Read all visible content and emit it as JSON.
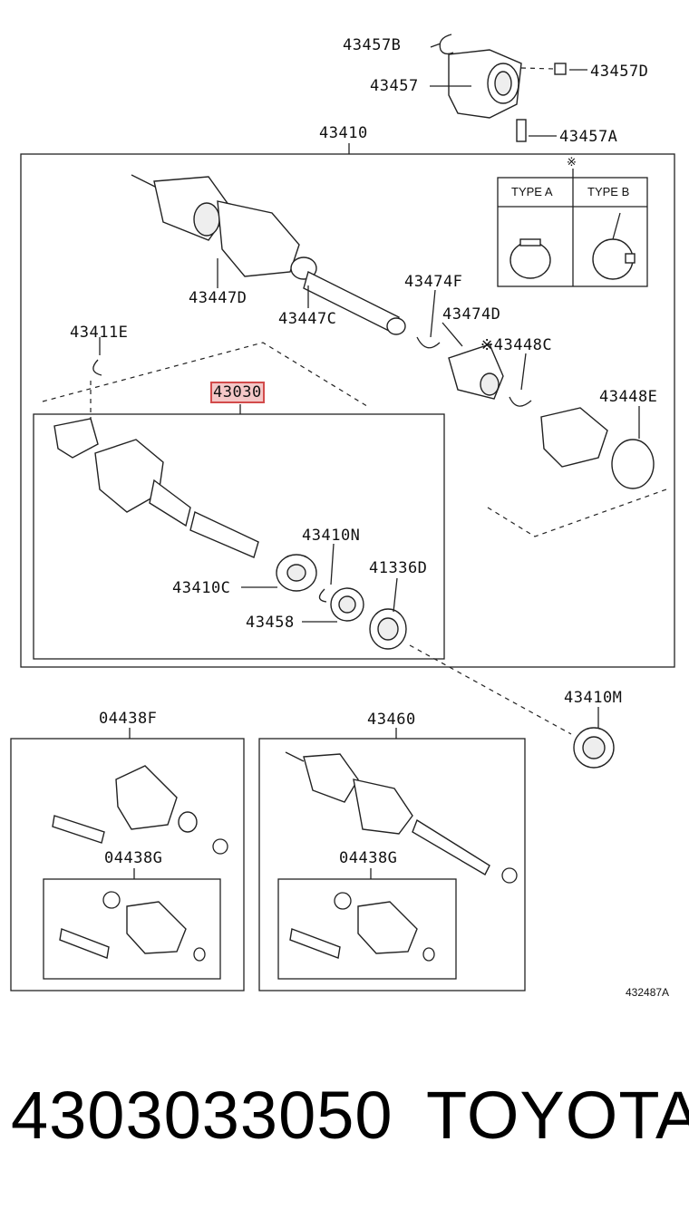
{
  "callouts": {
    "c43457B": "43457B",
    "c43457": "43457",
    "c43457D": "43457D",
    "c43457A": "43457A",
    "c43410": "43410",
    "c43447D": "43447D",
    "c43447C": "43447C",
    "c43474F": "43474F",
    "c43474D": "43474D",
    "c43448C": "※43448C",
    "c43448E": "43448E",
    "c43411E": "43411E",
    "c43030": "43030",
    "c43410N": "43410N",
    "c41336D": "41336D",
    "c43410C": "43410C",
    "c43458": "43458",
    "c43410M": "43410M",
    "c04438F": "04438F",
    "c04438G_left": "04438G",
    "c43460": "43460",
    "c04438G_right": "04438G"
  },
  "type_box": {
    "mark": "※",
    "type_a": "TYPE A",
    "type_b": "TYPE B"
  },
  "diagram_code": "432487A",
  "part_number": "4303033050",
  "brand": "TOYOTA",
  "highlight_color": "#d24b4b"
}
